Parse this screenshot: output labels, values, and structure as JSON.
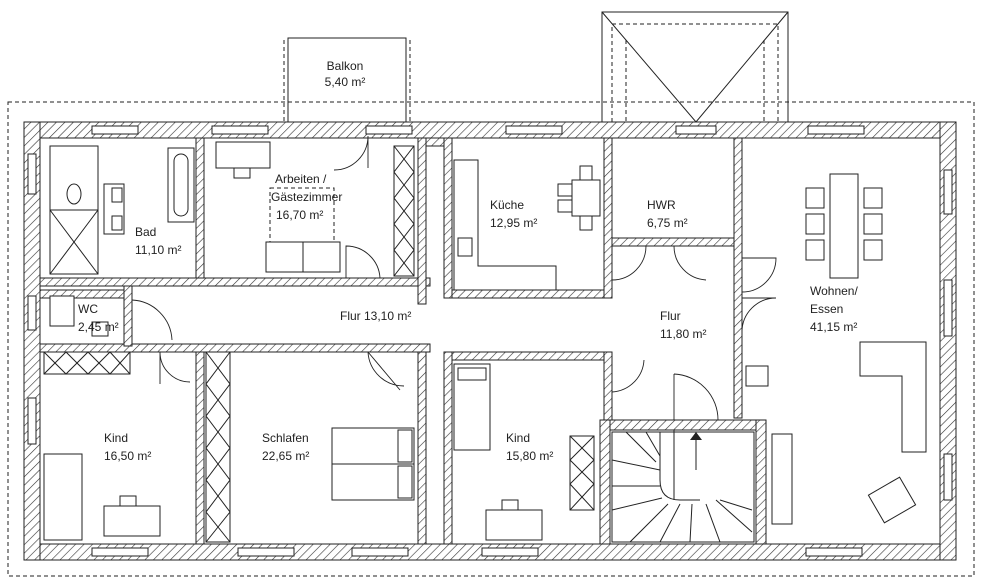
{
  "rooms": {
    "balkon": {
      "name": "Balkon",
      "area": "5,40 m²"
    },
    "arbeiten": {
      "name_line1": "Arbeiten /",
      "name_line2": "Gästezimmer",
      "area": "16,70 m²"
    },
    "bad": {
      "name": "Bad",
      "area": "11,10 m²"
    },
    "kueche": {
      "name": "Küche",
      "area": "12,95 m²"
    },
    "hwr": {
      "name": "HWR",
      "area": "6,75 m²"
    },
    "wohnen": {
      "name_line1": "Wohnen/",
      "name_line2": "Essen",
      "area": "41,15 m²"
    },
    "wc": {
      "name": "WC",
      "area": "2,45 m²"
    },
    "flur_main": {
      "label": "Flur 13,10 m²"
    },
    "flur_right": {
      "name": "Flur",
      "area": "11,80 m²"
    },
    "kind_left": {
      "name": "Kind",
      "area": "16,50 m²"
    },
    "schlafen": {
      "name": "Schlafen",
      "area": "22,65 m²"
    },
    "kind_mid": {
      "name": "Kind",
      "area": "15,80 m²"
    }
  },
  "colors": {
    "line": "#222222",
    "background": "#ffffff"
  }
}
